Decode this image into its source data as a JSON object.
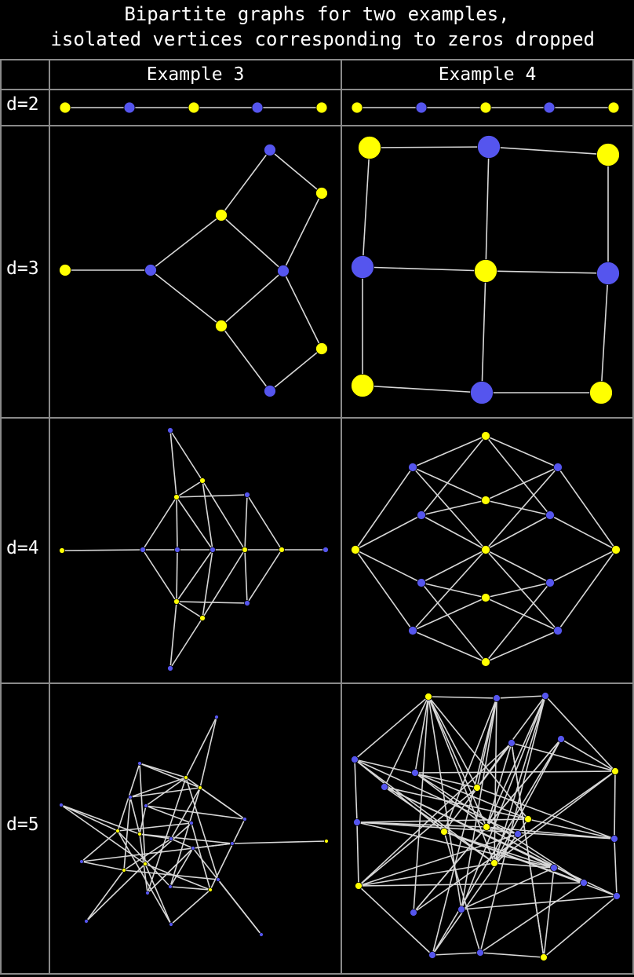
{
  "title": "Bipartite graphs for two examples,\n isolated vertices corresponding to zeros dropped",
  "columns": [
    "Example 3",
    "Example 4"
  ],
  "rows": [
    "d=2",
    "d=3",
    "d=4",
    "d=5"
  ],
  "colors": {
    "yellow": "#ffff00",
    "blue": "#5555ee",
    "edge": "#d8d8d8",
    "grid": "#8a8a8a",
    "background": "#000000"
  }
}
